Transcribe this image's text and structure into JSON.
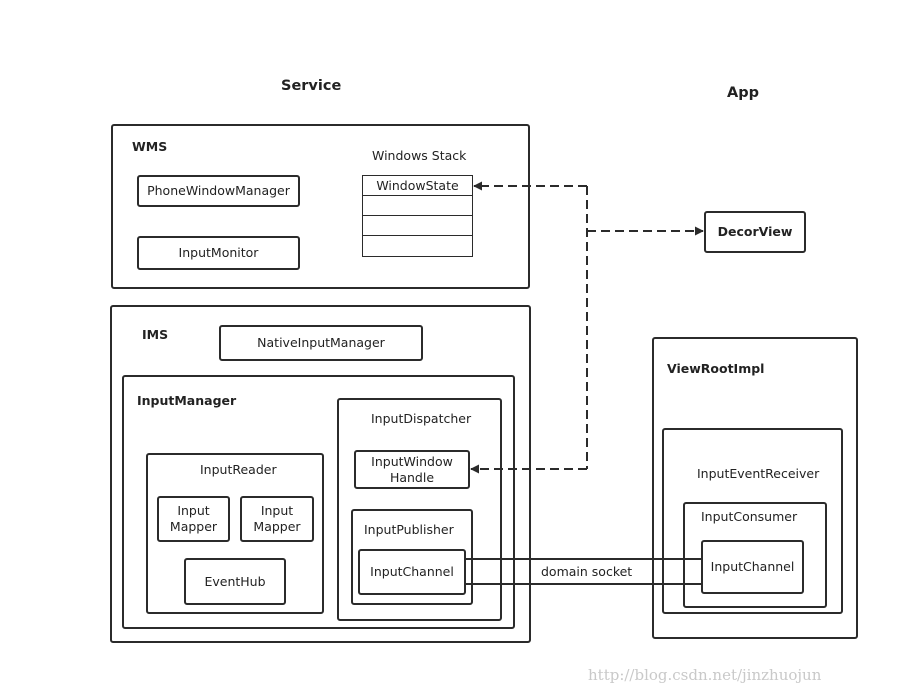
{
  "headers": {
    "service": "Service",
    "app": "App"
  },
  "wms": {
    "label": "WMS",
    "windows_stack_title": "Windows Stack",
    "window_state": "WindowState",
    "phone_window_manager": "PhoneWindowManager",
    "input_monitor": "InputMonitor"
  },
  "ims": {
    "label": "IMS",
    "native_input_manager": "NativeInputManager",
    "input_manager": {
      "label": "InputManager",
      "input_reader": {
        "label": "InputReader",
        "input_mapper_1": "Input\nMapper",
        "input_mapper_2": "Input\nMapper",
        "event_hub": "EventHub"
      },
      "input_dispatcher": {
        "label": "InputDispatcher",
        "input_window_handle": "InputWindow\nHandle",
        "input_publisher": {
          "label": "InputPublisher",
          "input_channel": "InputChannel"
        }
      }
    }
  },
  "app": {
    "decor_view": "DecorView",
    "view_root_impl": {
      "label": "ViewRootImpl",
      "input_event_receiver": "InputEventReceiver",
      "input_consumer": {
        "label": "InputConsumer",
        "input_channel": "InputChannel"
      }
    }
  },
  "connection_label": "domain socket",
  "watermark": "http://blog.csdn.net/jinzhuojun"
}
